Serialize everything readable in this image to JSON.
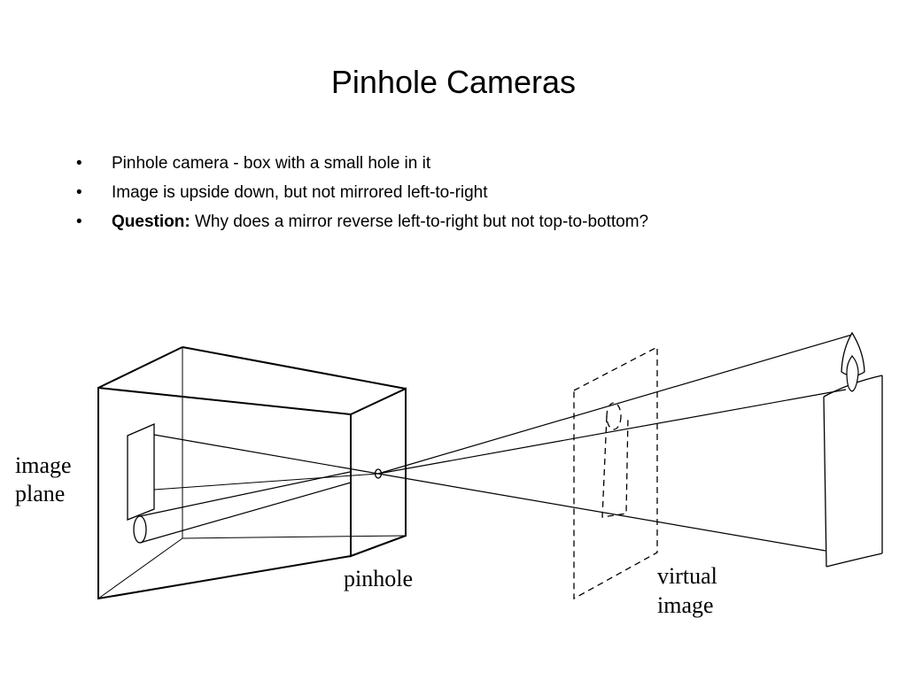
{
  "slide": {
    "title": "Pinhole Cameras",
    "bullets": [
      {
        "text": "Pinhole camera - box with a small hole in it"
      },
      {
        "text": "Image is upside down, but not mirrored left-to-right"
      },
      {
        "label": "Question:",
        "text": " Why does a mirror reverse left-to-right but not top-to-bottom?"
      }
    ],
    "bullet_glyph": "•"
  },
  "diagram": {
    "labels": {
      "image_plane_line1": "image",
      "image_plane_line2": "plane",
      "pinhole": "pinhole",
      "virtual_line1": "virtual",
      "virtual_line2": "image"
    }
  }
}
